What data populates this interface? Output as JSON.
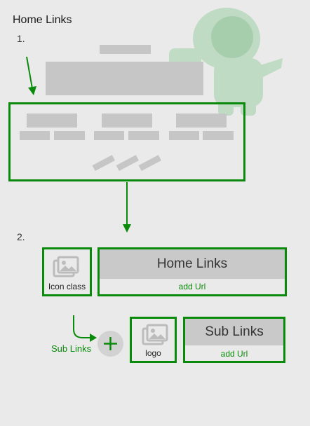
{
  "title": "Home Links",
  "steps": [
    "1.",
    "2."
  ],
  "icon_box_label": "Icon class",
  "home_links": {
    "heading": "Home Links",
    "sub_text": "add Url"
  },
  "sub_links_label": "Sub Links",
  "logo_label": "logo",
  "sub_links": {
    "heading": "Sub Links",
    "sub_text": "add Url"
  },
  "colors": {
    "accent_green": "#0a8a0a",
    "placeholder_grey": "#c6c6c6",
    "background": "#eaeaea"
  }
}
